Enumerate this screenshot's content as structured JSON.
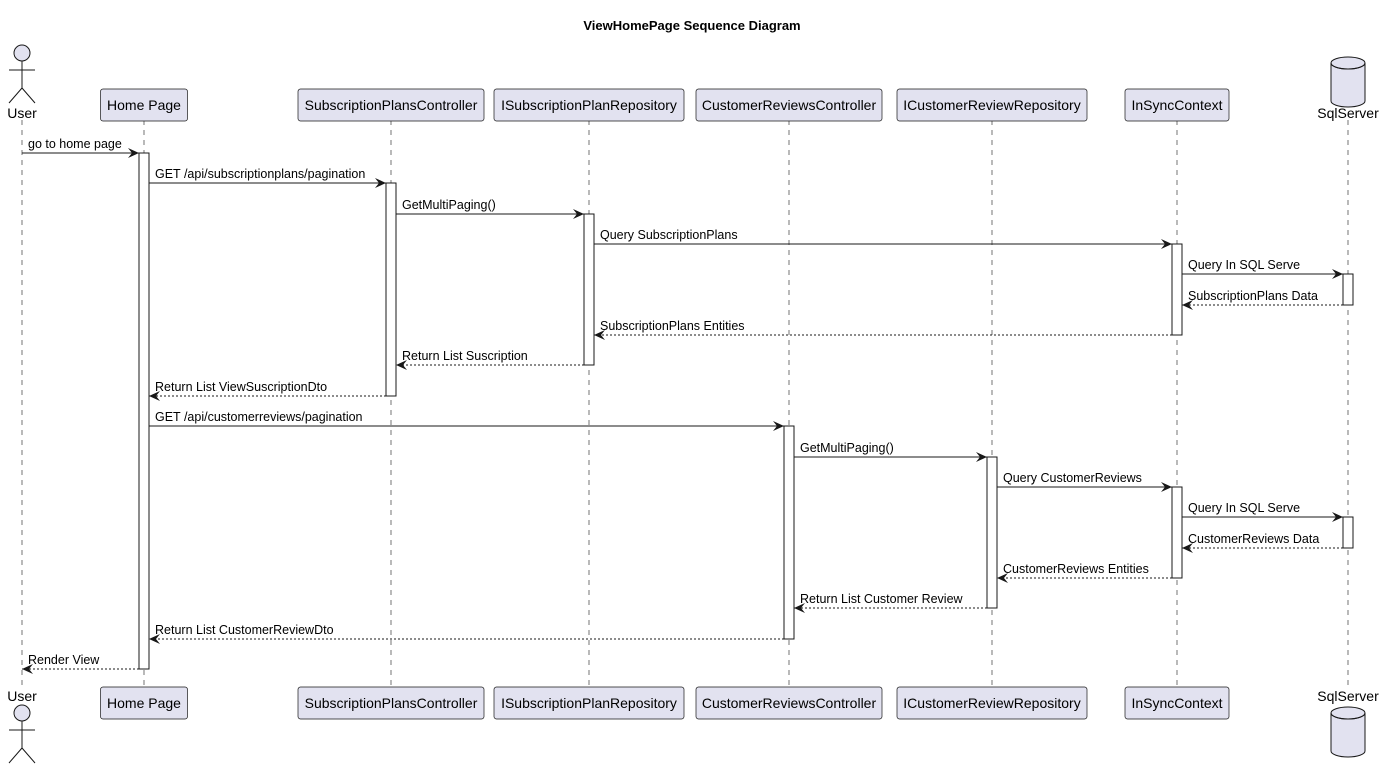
{
  "title": "ViewHomePage Sequence Diagram",
  "colors": {
    "participant_fill": "#e2e2f0",
    "participant_stroke": "#181818",
    "activation_fill": "#ffffff",
    "lifeline": "#181818",
    "arrow": "#181818"
  },
  "participants": [
    {
      "name": "User",
      "kind": "actor"
    },
    {
      "name": "Home Page",
      "kind": "box"
    },
    {
      "name": "SubscriptionPlansController",
      "kind": "box"
    },
    {
      "name": "ISubscriptionPlanRepository",
      "kind": "box"
    },
    {
      "name": "CustomerReviewsController",
      "kind": "box"
    },
    {
      "name": "ICustomerReviewRepository",
      "kind": "box"
    },
    {
      "name": "InSyncContext",
      "kind": "box"
    },
    {
      "name": "SqlServer",
      "kind": "database"
    }
  ],
  "messages": [
    {
      "from": 0,
      "to": 1,
      "label": "go to home page",
      "style": "sync"
    },
    {
      "from": 1,
      "to": 2,
      "label": "GET /api/subscriptionplans/pagination",
      "style": "sync"
    },
    {
      "from": 2,
      "to": 3,
      "label": "GetMultiPaging()",
      "style": "sync"
    },
    {
      "from": 3,
      "to": 6,
      "label": "Query SubscriptionPlans",
      "style": "sync"
    },
    {
      "from": 6,
      "to": 7,
      "label": "Query In SQL Serve",
      "style": "sync"
    },
    {
      "from": 7,
      "to": 6,
      "label": "SubscriptionPlans Data",
      "style": "return"
    },
    {
      "from": 6,
      "to": 3,
      "label": "SubscriptionPlans Entities",
      "style": "return"
    },
    {
      "from": 3,
      "to": 2,
      "label": "Return List Suscription",
      "style": "return"
    },
    {
      "from": 2,
      "to": 1,
      "label": "Return List ViewSuscriptionDto",
      "style": "return"
    },
    {
      "from": 1,
      "to": 4,
      "label": "GET /api/customerreviews/pagination",
      "style": "sync"
    },
    {
      "from": 4,
      "to": 5,
      "label": "GetMultiPaging()",
      "style": "sync"
    },
    {
      "from": 5,
      "to": 6,
      "label": "Query CustomerReviews",
      "style": "sync"
    },
    {
      "from": 6,
      "to": 7,
      "label": "Query In SQL Serve",
      "style": "sync"
    },
    {
      "from": 7,
      "to": 6,
      "label": "CustomerReviews Data",
      "style": "return"
    },
    {
      "from": 6,
      "to": 5,
      "label": "CustomerReviews Entities",
      "style": "return"
    },
    {
      "from": 5,
      "to": 4,
      "label": "Return List Customer Review",
      "style": "return"
    },
    {
      "from": 4,
      "to": 1,
      "label": "Return List CustomerReviewDto",
      "style": "return"
    },
    {
      "from": 1,
      "to": 0,
      "label": "Render View",
      "style": "return"
    }
  ]
}
